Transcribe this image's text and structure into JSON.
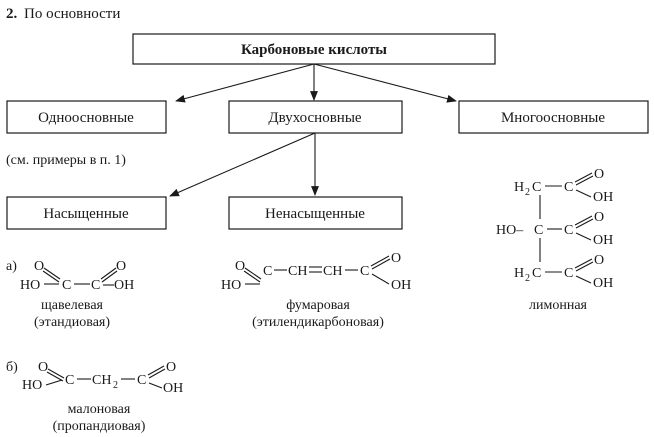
{
  "heading": {
    "number": "2.",
    "text": "По основности"
  },
  "root": {
    "label": "Карбоновые кислоты"
  },
  "level1": {
    "mono": "Одноосновные",
    "di": "Двухосновные",
    "poly": "Многоосновные"
  },
  "mono_note": "(см. примеры в п. 1)",
  "level2": {
    "saturated": "Насыщенные",
    "unsaturated": "Ненасыщенные"
  },
  "markers": {
    "a": "а)",
    "b": "б)"
  },
  "atoms": {
    "O": "O",
    "HO": "HO",
    "OH": "OH",
    "C": "C",
    "H": "H",
    "CH": "CH",
    "HO_dash": "HO–"
  },
  "bonds": {
    "single": "–",
    "double": "="
  },
  "subscripts": {
    "two": "2"
  },
  "captions": {
    "oxalic_name": "щавелевая",
    "oxalic_iupac": "(этандиовая)",
    "fumaric_name": "фумаровая",
    "fumaric_iupac": "(этилендикарбоновая)",
    "citric_name": "лимонная",
    "malonic_name": "малоновая",
    "malonic_iupac": "(пропандиовая)"
  }
}
